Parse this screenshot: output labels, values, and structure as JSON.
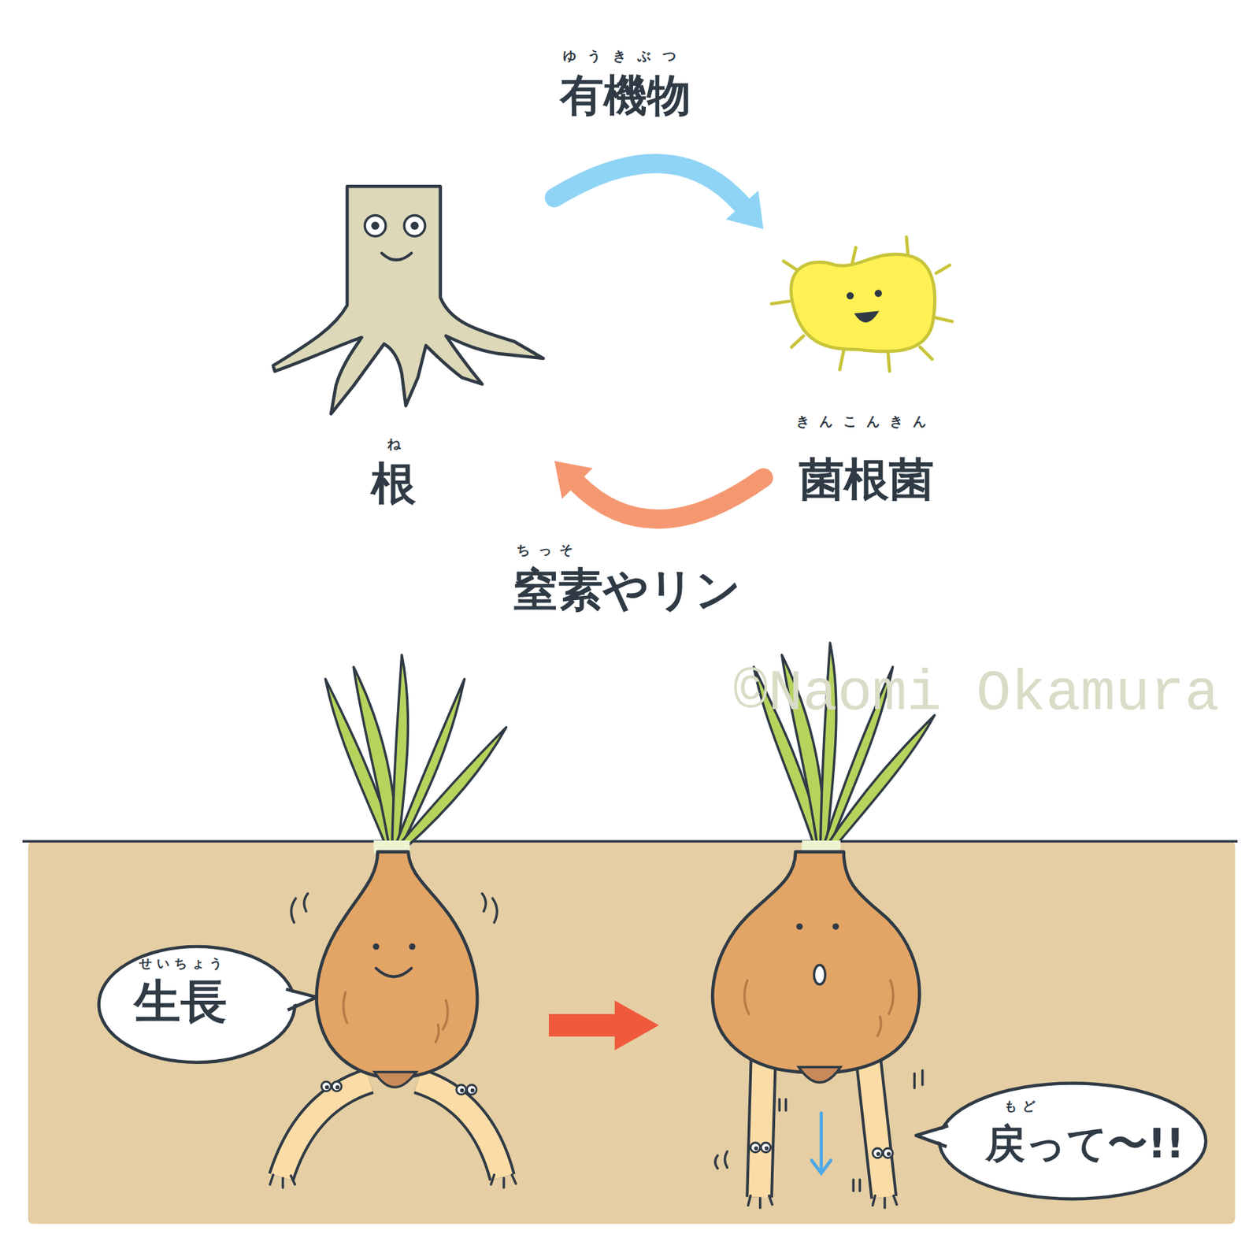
{
  "diagram": {
    "nodes": [
      {
        "text": [
          "根"
        ]
      },
      {
        "text": [
          "菌根菌"
        ]
      },
      {
        "text": [
          "生長"
        ]
      },
      {
        "text": [
          "戻って〜!!"
        ]
      }
    ],
    "edges": [
      {
        "from": 0,
        "to": 1,
        "arrow": "to",
        "label": "有機物"
      },
      {
        "from": 1,
        "to": 0,
        "arrow": "to",
        "label": "窒素やリン"
      }
    ],
    "labels": [
      "ゆうきぶつ",
      "ね",
      "きんこんきん",
      "ちっそ",
      "せいちょう",
      "もど",
      "©Naomi Okamura"
    ]
  }
}
